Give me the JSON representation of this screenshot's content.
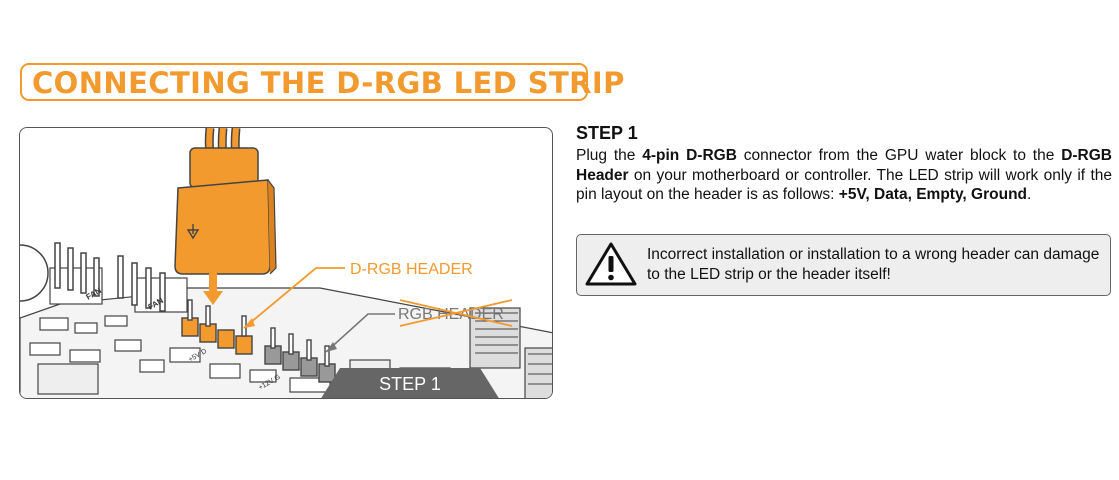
{
  "title": "CONNECTING THE D-RGB LED STRIP",
  "illustration": {
    "dgrb_header_label": "D-RGB HEADER",
    "rgb_header_label": "RGB HEADER",
    "step_badge": "STEP 1",
    "fan_header_1": "FAN",
    "fan_header_2": "FAN",
    "pin_labels_drgb": "+5V D",
    "pin_labels_rgb": "+12V G",
    "accent_color": "#f29a2e",
    "connector_color": "#f29a2e",
    "rgb_pin_color": "#999999",
    "icon": "down-arrow-icon"
  },
  "step": {
    "heading": "STEP 1",
    "t1": "Plug the ",
    "b1": "4-pin D-RGB",
    "t2": " connector from the GPU water block to the ",
    "b2": "D-RGB Header",
    "t3": " on your motherboard or controller. The LED strip will work only if the pin layout on the header is as follows: ",
    "b3": "+5V, Data, Empty, Ground",
    "t4": "."
  },
  "warning": {
    "icon": "warning-triangle-icon",
    "text": "Incorrect installation or installation to a wrong header can damage to the LED strip or the header itself!"
  }
}
